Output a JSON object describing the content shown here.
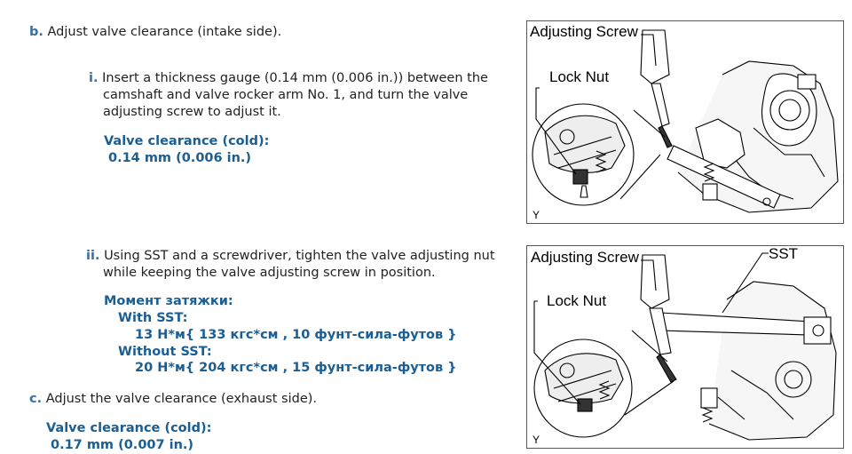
{
  "step_b": {
    "marker": "b.",
    "text": "Adjust valve clearance (intake side).",
    "sub_i": {
      "marker": "i.",
      "lines": [
        "Insert a thickness gauge (0.14 mm (0.006 in.)) between the",
        "camshaft and valve rocker arm No. 1, and turn the valve",
        "adjusting screw to adjust it."
      ],
      "spec_label": "Valve clearance (cold):",
      "spec_value": "0.14 mm (0.006 in.)"
    },
    "sub_ii": {
      "marker": "ii.",
      "lines": [
        "Using SST and a screwdriver, tighten the valve adjusting nut",
        "while keeping the valve adjusting screw in position."
      ],
      "torque_label": "Момент затяжки:",
      "with_sst_label": "With SST:",
      "with_sst_value": "13 Н*м{ 133 кгс*см , 10 фунт-сила-футов }",
      "without_sst_label": "Without SST:",
      "without_sst_value": "20 Н*м{ 204 кгс*см , 15 фунт-сила-футов }"
    }
  },
  "step_c": {
    "marker": "c.",
    "text": "Adjust the valve clearance (exhaust side).",
    "spec_label": "Valve clearance (cold):",
    "spec_value": "0.17 mm (0.007 in.)"
  },
  "figure1": {
    "label_screw": "Adjusting Screw",
    "label_nut": "Lock Nut",
    "corner": "Y"
  },
  "figure2": {
    "label_screw": "Adjusting Screw",
    "label_nut": "Lock Nut",
    "label_sst": "SST",
    "corner": "Y"
  }
}
